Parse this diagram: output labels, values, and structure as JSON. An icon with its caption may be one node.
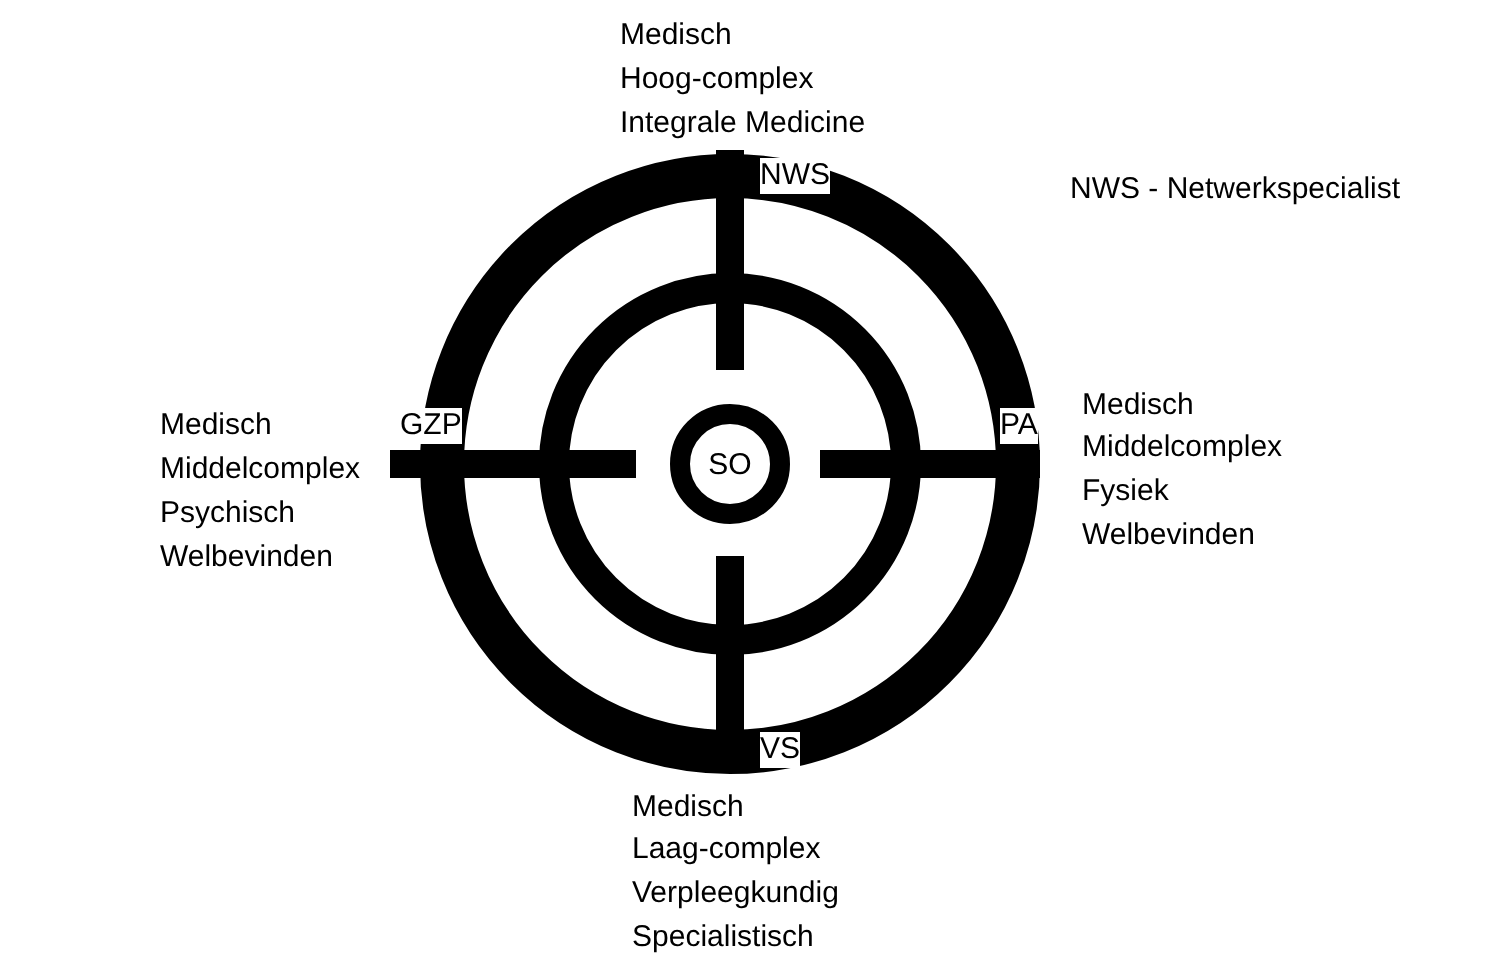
{
  "diagram": {
    "nodes": [
      {
        "text": [
          "SO"
        ]
      }
    ],
    "labels": [
      "Medisch",
      "Hoog-complex",
      "Integrale Medicine",
      "NWS",
      "NWS - Netwerkspecialist",
      "Medisch",
      "Middelcomplex",
      "Fysiek",
      "Welbevinden",
      "Medisch",
      "Middelcomplex",
      "Psychisch",
      "Welbevinden",
      "GZP",
      "PA",
      "VS",
      "Medisch",
      "Laag-complex",
      "Verpleegkundig",
      "Specialistisch"
    ]
  }
}
